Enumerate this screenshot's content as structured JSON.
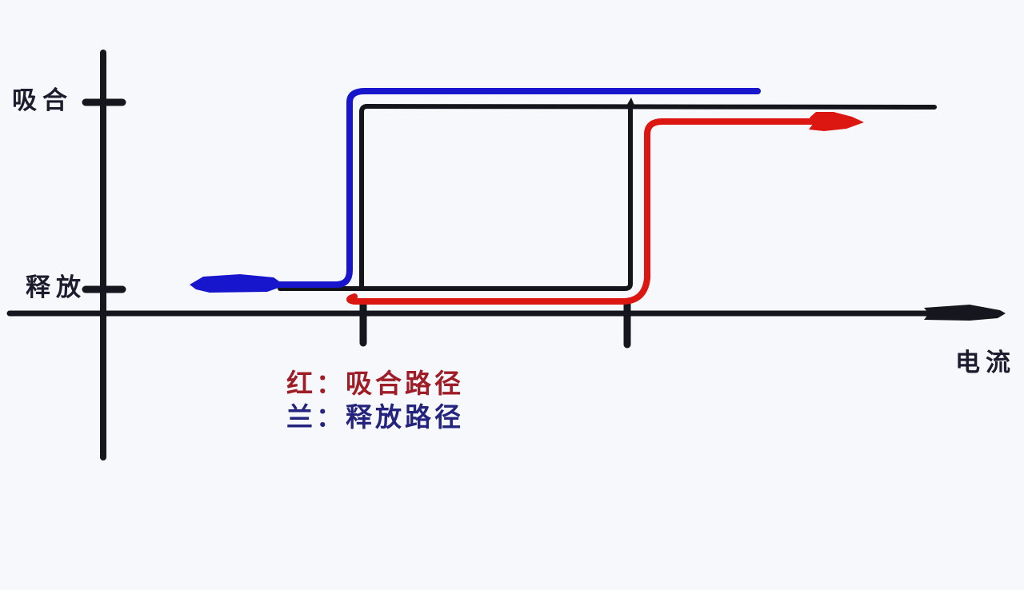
{
  "figure": {
    "background": "#f7f8fc",
    "colors": {
      "axis": "#16161e",
      "outline": "#14141c",
      "blue": "#1716cd",
      "red": "#dc1712",
      "label": "#1c1c2e",
      "legend_red": "#9e1d26",
      "legend_blue": "#24247e"
    },
    "labels": {
      "y_top": "吸合",
      "y_bottom": "释放",
      "x_axis": "电流"
    },
    "legend": {
      "red_line": "红：吸合路径",
      "blue_line": "兰：释放路径"
    }
  }
}
